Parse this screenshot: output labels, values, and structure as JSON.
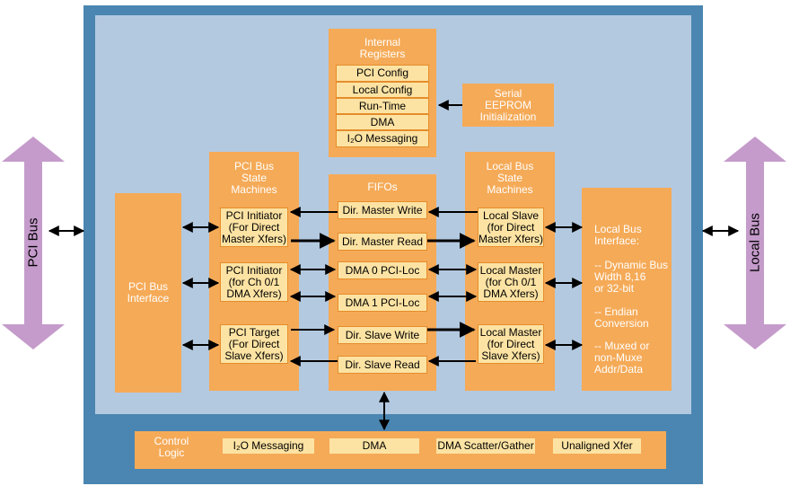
{
  "left_bus": {
    "label": "PCI Bus"
  },
  "right_bus": {
    "label": "Local Bus"
  },
  "internal_registers": {
    "title": "Internal\nRegisters",
    "items": [
      "PCI Config",
      "Local Config",
      "Run-Time",
      "DMA",
      "I₂O Messaging"
    ]
  },
  "serial_eeprom": {
    "label": "Serial\nEEPROM\nInitialization"
  },
  "pci_bus_interface": {
    "label": "PCI Bus\nInterface"
  },
  "pci_state_machines": {
    "title": "PCI Bus\nState\nMachines",
    "items": [
      "PCI Initiator\n(For Direct\nMaster Xfers)",
      "PCI Initiator\n(for Ch 0/1\nDMA Xfers)",
      "PCI Target\n(For Direct\nSlave Xfers)"
    ]
  },
  "fifos": {
    "title": "FIFOs",
    "items": [
      "Dir. Master Write",
      "Dir. Master Read",
      "DMA 0 PCI-Loc",
      "DMA 1 PCI-Loc",
      "Dir. Slave Write",
      "Dir. Slave Read"
    ]
  },
  "local_state_machines": {
    "title": "Local Bus\nState\nMachines",
    "items": [
      "Local Slave\n(for Direct\nMaster Xfers)",
      "Local Master\n(for Ch 0/1\nDMA Xfers)",
      "Local Master\n(for Direct\nSlave Xfers)"
    ]
  },
  "local_bus_interface": {
    "title": "Local Bus\nInterface:",
    "items": [
      "-- Dynamic Bus\nWidth 8,16\nor 32-bit",
      "-- Endian\nConversion",
      "-- Muxed or\nnon-Muxe\nAddr/Data"
    ]
  },
  "control_logic": {
    "title": "Control\nLogic",
    "items": [
      "I₂O Messaging",
      "DMA",
      "DMA Scatter/Gather",
      "Unaligned Xfer"
    ]
  },
  "colors": {
    "outer": "#4a86b1",
    "inner": "#b3c9e0",
    "block": "#f5aa57",
    "sub_block": "#fde3a3",
    "bus_arrow": "#c59bcb"
  }
}
